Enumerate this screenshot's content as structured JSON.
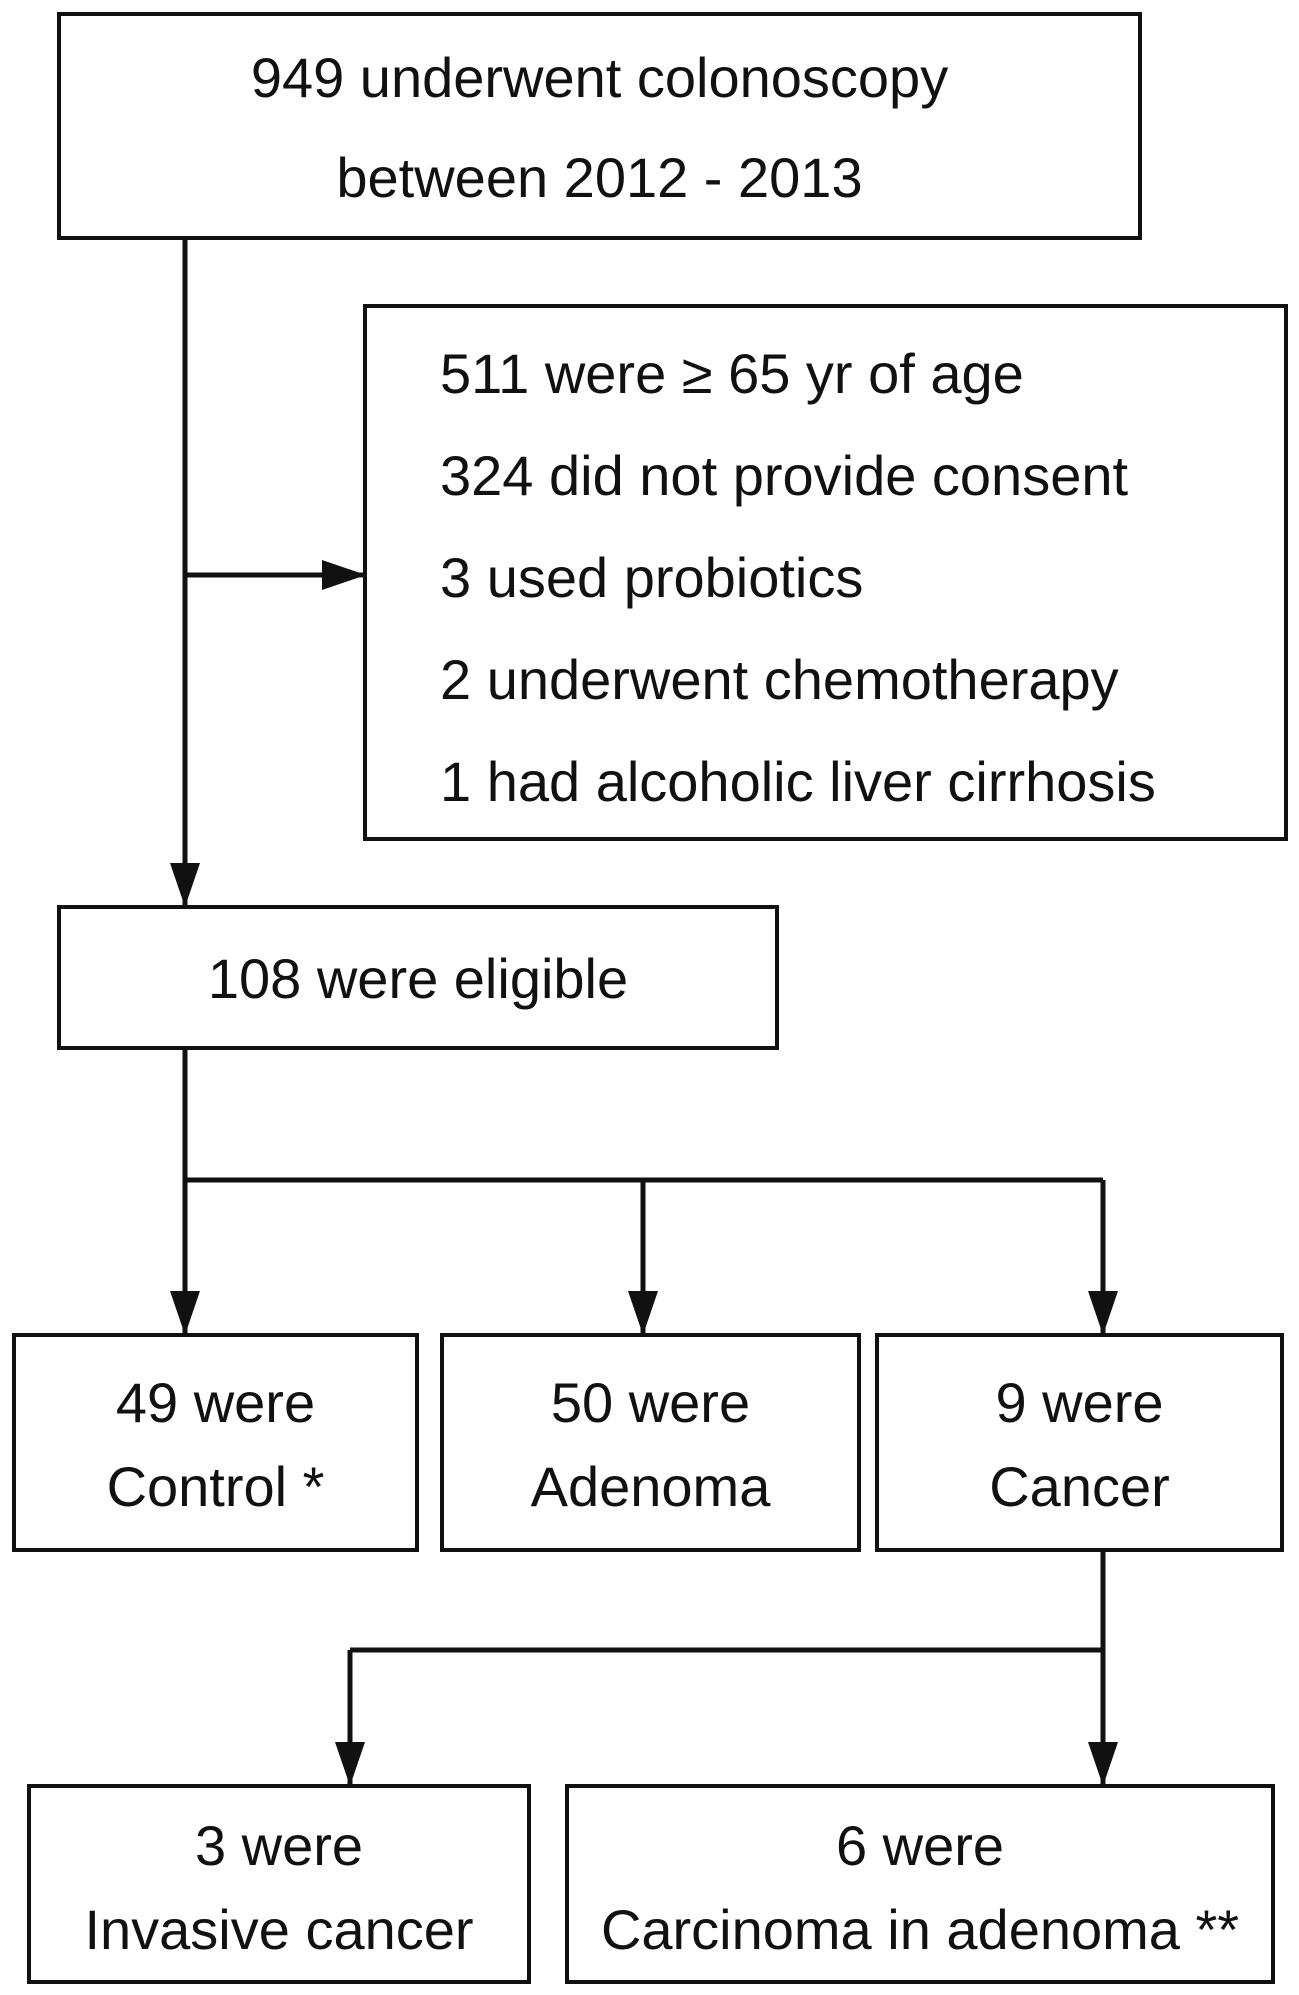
{
  "colors": {
    "stroke": "#111111",
    "background": "#ffffff",
    "text": "#111111"
  },
  "nodes": {
    "start": {
      "lines": [
        "949  underwent colonoscopy",
        "between 2012 - 2013"
      ]
    },
    "exclusions": {
      "lines": [
        "511  were ≥ 65 yr of age",
        "324  did not  provide consent",
        "3  used  probiotics",
        "2  underwent chemotherapy",
        "1  had alcoholic liver cirrhosis"
      ]
    },
    "eligible": {
      "lines": [
        "108  were eligible"
      ]
    },
    "control": {
      "lines": [
        "49  were",
        "Control *"
      ]
    },
    "adenoma": {
      "lines": [
        "50  were",
        "Adenoma"
      ]
    },
    "cancer": {
      "lines": [
        "9  were",
        "Cancer"
      ]
    },
    "invasive": {
      "lines": [
        "3  were",
        "Invasive cancer"
      ]
    },
    "carcinoma": {
      "lines": [
        "6  were",
        "Carcinoma in adenoma **"
      ]
    }
  }
}
